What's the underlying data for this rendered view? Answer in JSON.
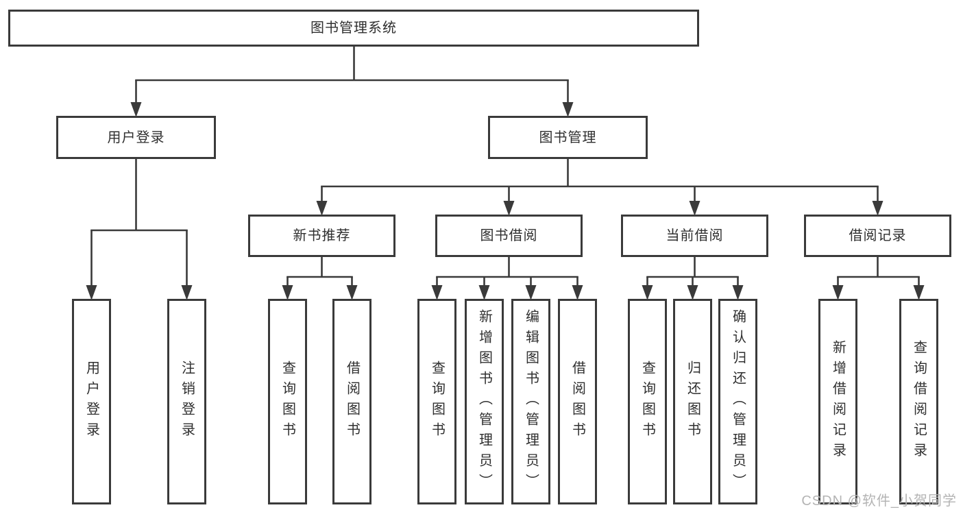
{
  "tree": {
    "root": "图书管理系统",
    "branches": [
      {
        "label": "用户登录",
        "leaves": [
          "用户登录",
          "注销登录"
        ]
      },
      {
        "label": "图书管理",
        "groups": [
          {
            "label": "新书推荐",
            "leaves": [
              "查询图书",
              "借阅图书"
            ]
          },
          {
            "label": "图书借阅",
            "leaves": [
              "查询图书",
              "新增图书（管理员）",
              "编辑图书（管理员）",
              "借阅图书"
            ]
          },
          {
            "label": "当前借阅",
            "leaves": [
              "查询图书",
              "归还图书",
              "确认归还（管理员）"
            ]
          },
          {
            "label": "借阅记录",
            "leaves": [
              "新增借阅记录",
              "查询借阅记录"
            ]
          }
        ]
      }
    ]
  },
  "watermark": "CSDN @软件_小贺同学",
  "colors": {
    "line": "#3a3a3a",
    "box_border": "#3a3a3a",
    "text": "#2f2f2f",
    "watermark": "#b4b4b4",
    "background": "#ffffff"
  }
}
